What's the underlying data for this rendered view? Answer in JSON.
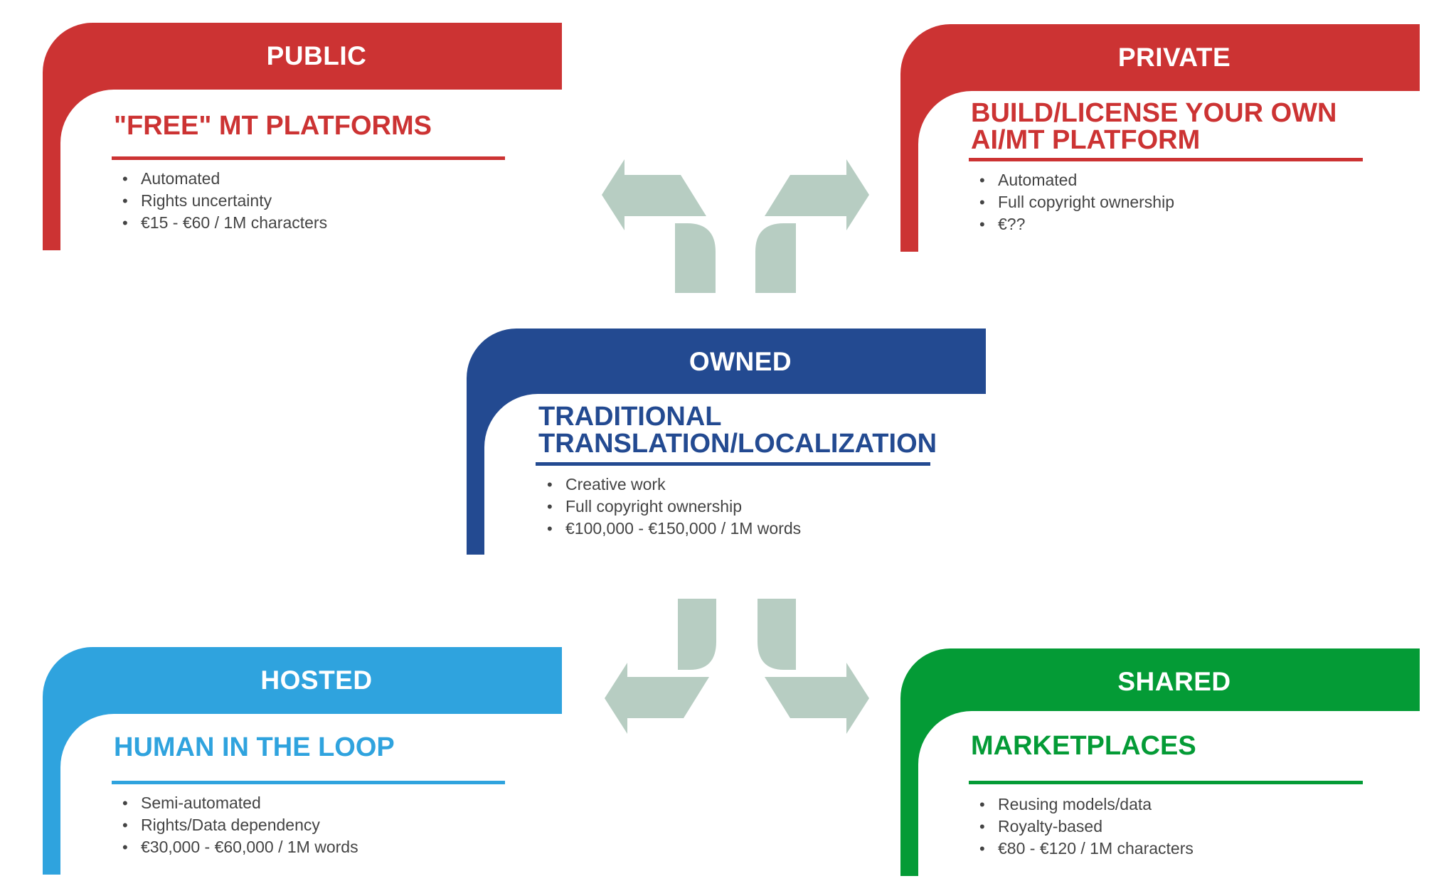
{
  "colors": {
    "public": "#cc3333",
    "private": "#cc3333",
    "owned": "#234a91",
    "hosted": "#2fa3de",
    "shared": "#049b36",
    "arrow": "#b7cdc2",
    "text": "#444444"
  },
  "cards": {
    "public": {
      "header": "PUBLIC",
      "title_lines": [
        "\"FREE\" MT PLATFORMS"
      ],
      "bullets": [
        "Automated",
        "Rights uncertainty",
        "€15 - €60 / 1M characters"
      ]
    },
    "private": {
      "header": "PRIVATE",
      "title_lines": [
        "BUILD/LICENSE YOUR OWN",
        "AI/MT PLATFORM"
      ],
      "bullets": [
        "Automated",
        "Full copyright ownership",
        "€??"
      ]
    },
    "owned": {
      "header": "OWNED",
      "title_lines": [
        "TRADITIONAL",
        "TRANSLATION/LOCALIZATION"
      ],
      "bullets": [
        "Creative work",
        "Full copyright ownership",
        "€100,000 - €150,000 / 1M words"
      ]
    },
    "hosted": {
      "header": "HOSTED",
      "title_lines": [
        "HUMAN IN THE LOOP"
      ],
      "bullets": [
        "Semi-automated",
        "Rights/Data dependency",
        "€30,000 - €60,000 / 1M words"
      ]
    },
    "shared": {
      "header": "SHARED",
      "title_lines": [
        "MARKETPLACES"
      ],
      "bullets": [
        "Reusing models/data",
        "Royalty-based",
        "€80 - €120  / 1M characters"
      ]
    }
  },
  "arrows": {
    "top_left": "arrow-up-left-icon",
    "top_right": "arrow-up-right-icon",
    "bottom_left": "arrow-down-left-icon",
    "bottom_right": "arrow-down-right-icon"
  }
}
